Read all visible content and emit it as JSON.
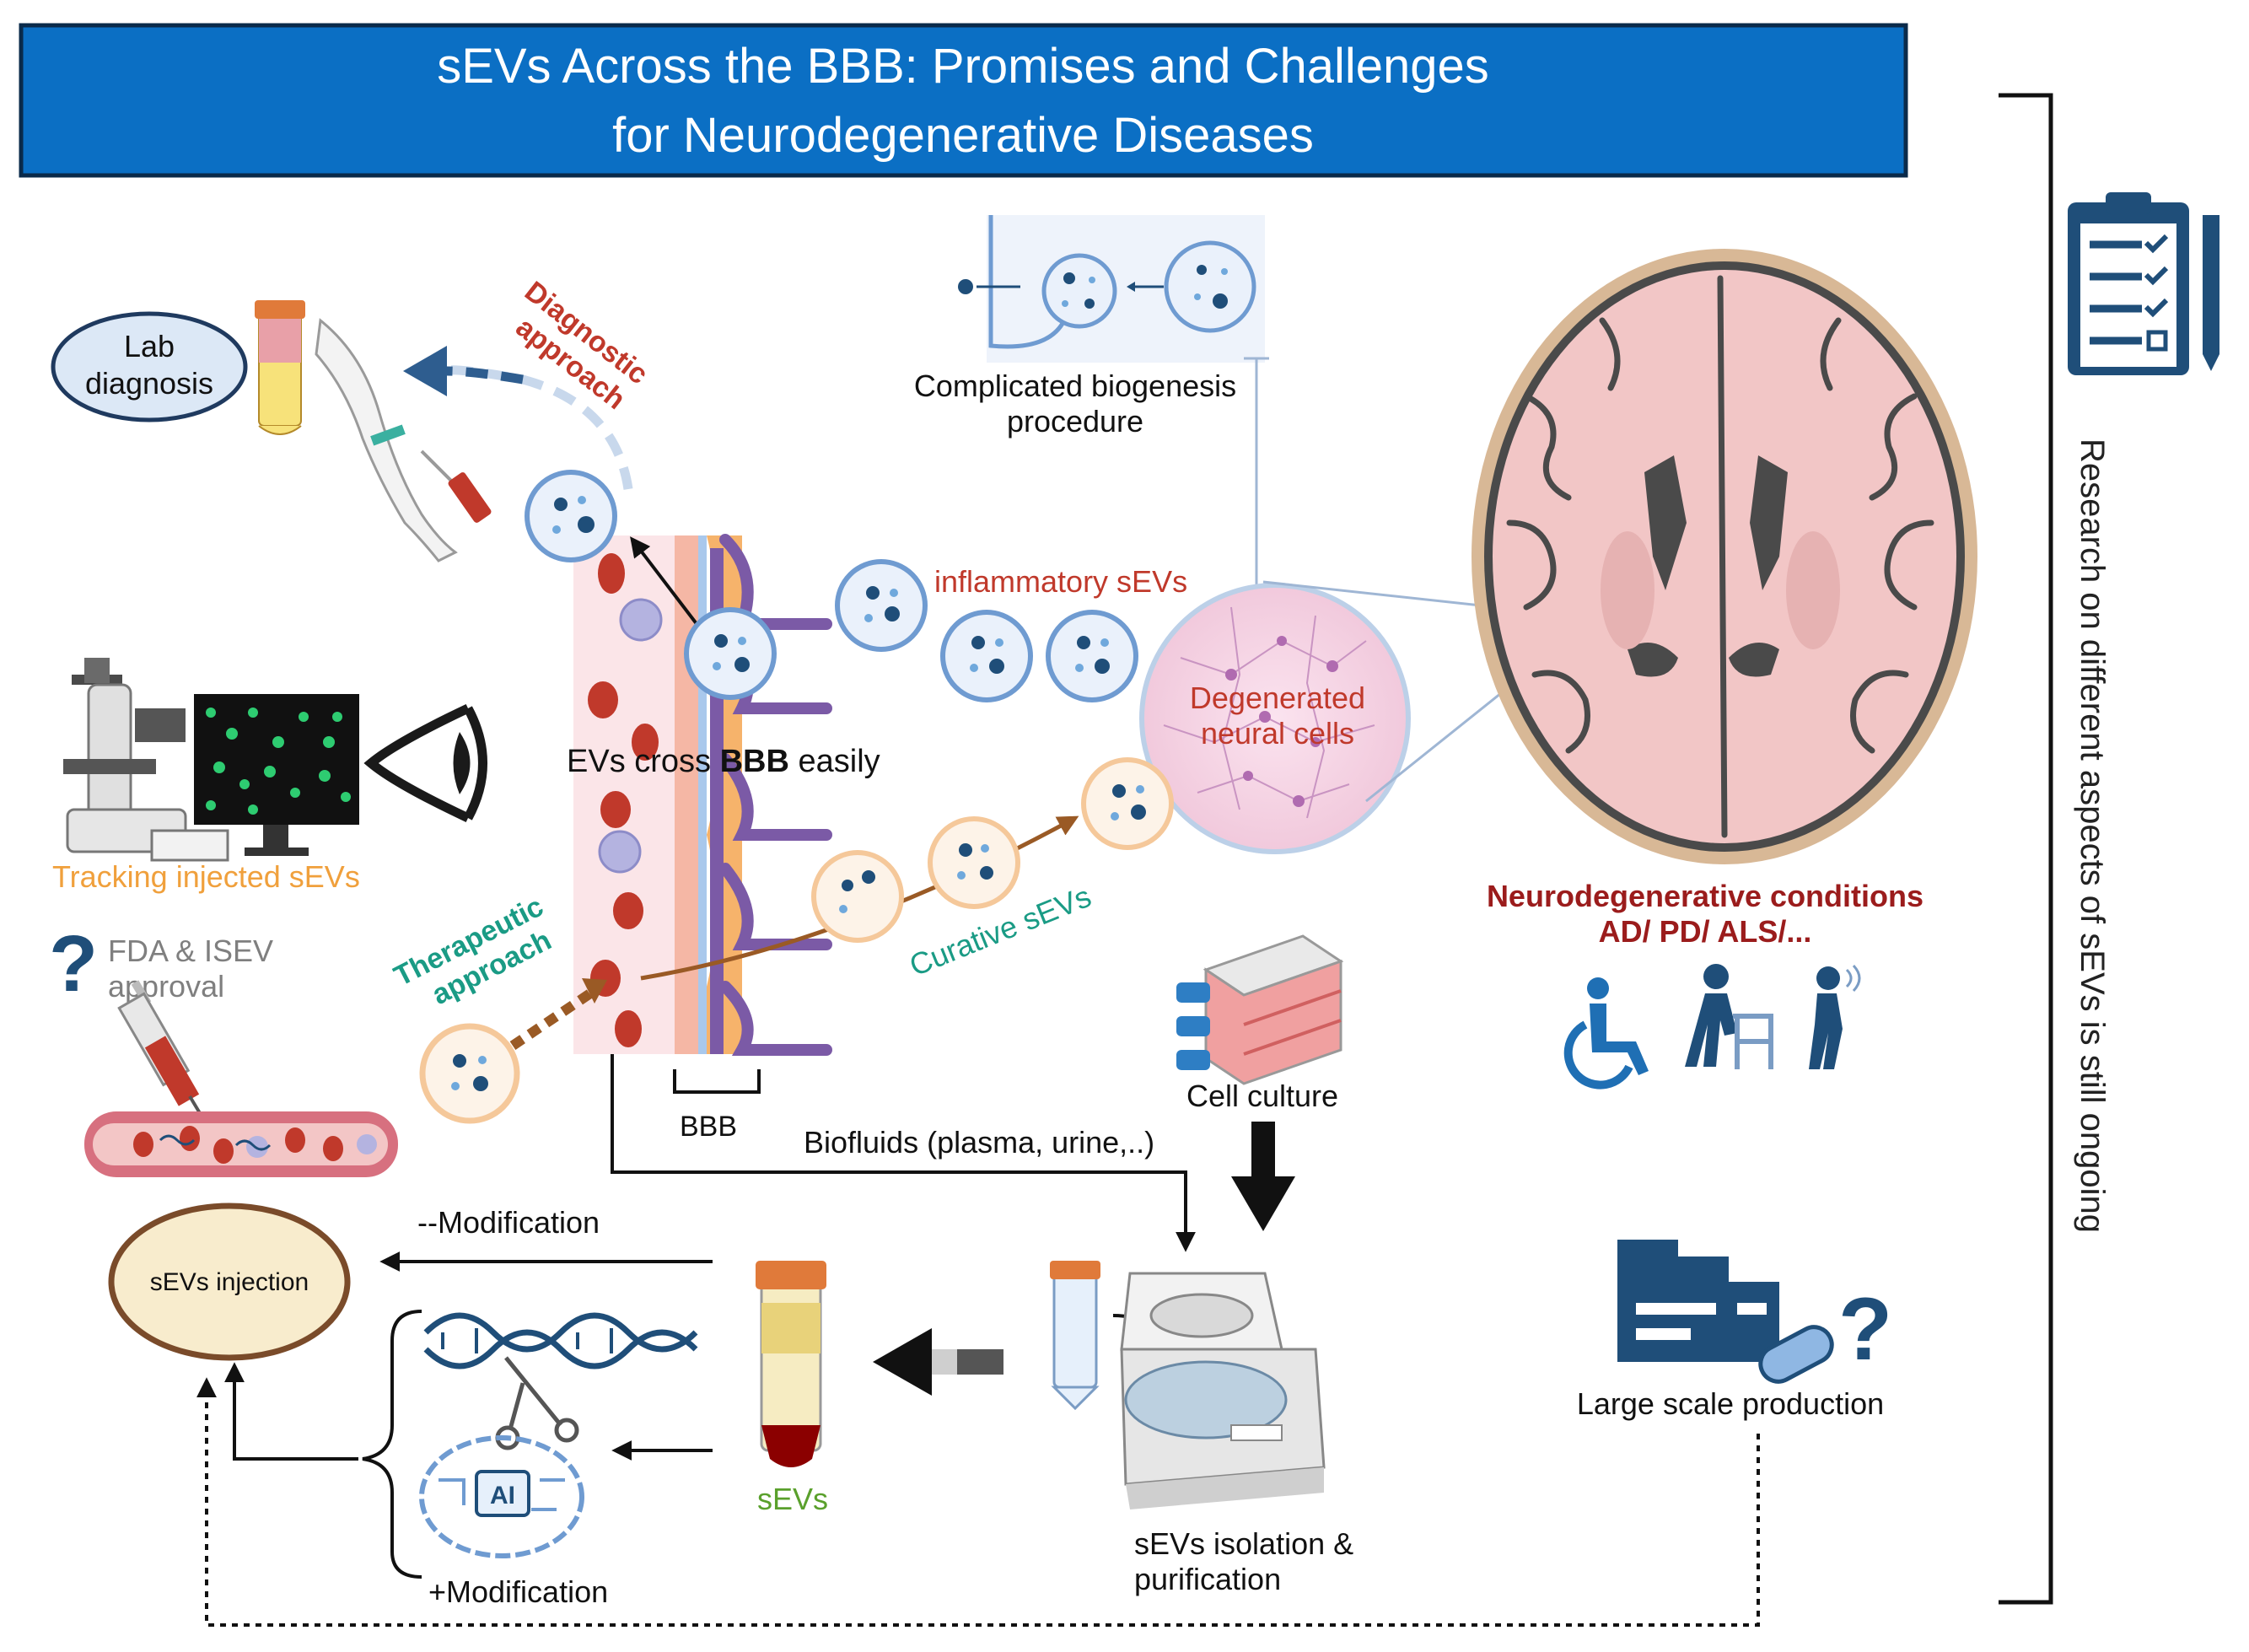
{
  "title": {
    "line1": "sEVs Across the BBB: Promises and Challenges",
    "line2": "for Neurodegenerative Diseases"
  },
  "sidebar": {
    "label": "Research on different aspects of sEVs is still ongoing"
  },
  "labels": {
    "lab_line1": "Lab",
    "lab_line2": "diagnosis",
    "diag_line1": "Diagnostic",
    "diag_line2": "approach",
    "biogenesis_line1": "Complicated biogenesis",
    "biogenesis_line2": "procedure",
    "inflammatory": "inflammatory sEVs",
    "degenerated_line1": "Degenerated",
    "degenerated_line2": "neural cells",
    "cross_pre": "EVs cross ",
    "cross_bold": "BBB",
    "cross_post": " easily",
    "tracking": "Tracking injected sEVs",
    "fda_line1": "FDA & ISEV",
    "fda_line2": "approval",
    "ther_line1": "Therapeutic",
    "ther_line2": "approach",
    "curative": "Curative sEVs",
    "conditions_line1": "Neurodegenerative conditions",
    "conditions_line2": "AD/ PD/ ALS/...",
    "bbb": "BBB",
    "biofluids": "Biofluids (plasma, urine,..)",
    "cell_culture": "Cell culture",
    "minus_mod": "--Modification",
    "injection": "sEVs injection",
    "sevs": "sEVs",
    "isolation_line1": "sEVs isolation &",
    "isolation_line2": "purification",
    "plus_mod": "+Modification",
    "large_scale": "Large scale production",
    "ai": "AI"
  },
  "colors": {
    "title_bg": "#0b6fc4",
    "dark_blue": "#1f4e79",
    "navy": "#163a5f",
    "diagnostic_red": "#c0392b",
    "therapeutic_green": "#1a9b85",
    "tracking_orange": "#f0a03c",
    "condition_red": "#9b1c1c",
    "sevs_green": "#5aa02c",
    "ev_blue": "#6f9bd1",
    "ev_peach": "#f5c89a",
    "brown_arrow": "#9a5a25",
    "brain_pink": "#f2c6c6",
    "vessel_red": "#c0392b"
  },
  "icons": [
    "lab-diagnosis-ellipse",
    "blood-tube-icon",
    "arm-blood-draw-icon",
    "microscope-icon",
    "monitor-icon",
    "eye-icon",
    "question-mark-icon",
    "syringe-icon",
    "blood-vessel-icon",
    "ev-vesicle-icon",
    "brain-section-icon",
    "neural-cells-icon",
    "wheelchair-icon",
    "walker-icon",
    "elderly-icon",
    "cell-culture-flask-icon",
    "centrifuge-icon",
    "falcon-tube-icon",
    "dna-scissors-icon",
    "ai-brain-icon",
    "pill-box-icon",
    "clipboard-checklist-icon"
  ]
}
